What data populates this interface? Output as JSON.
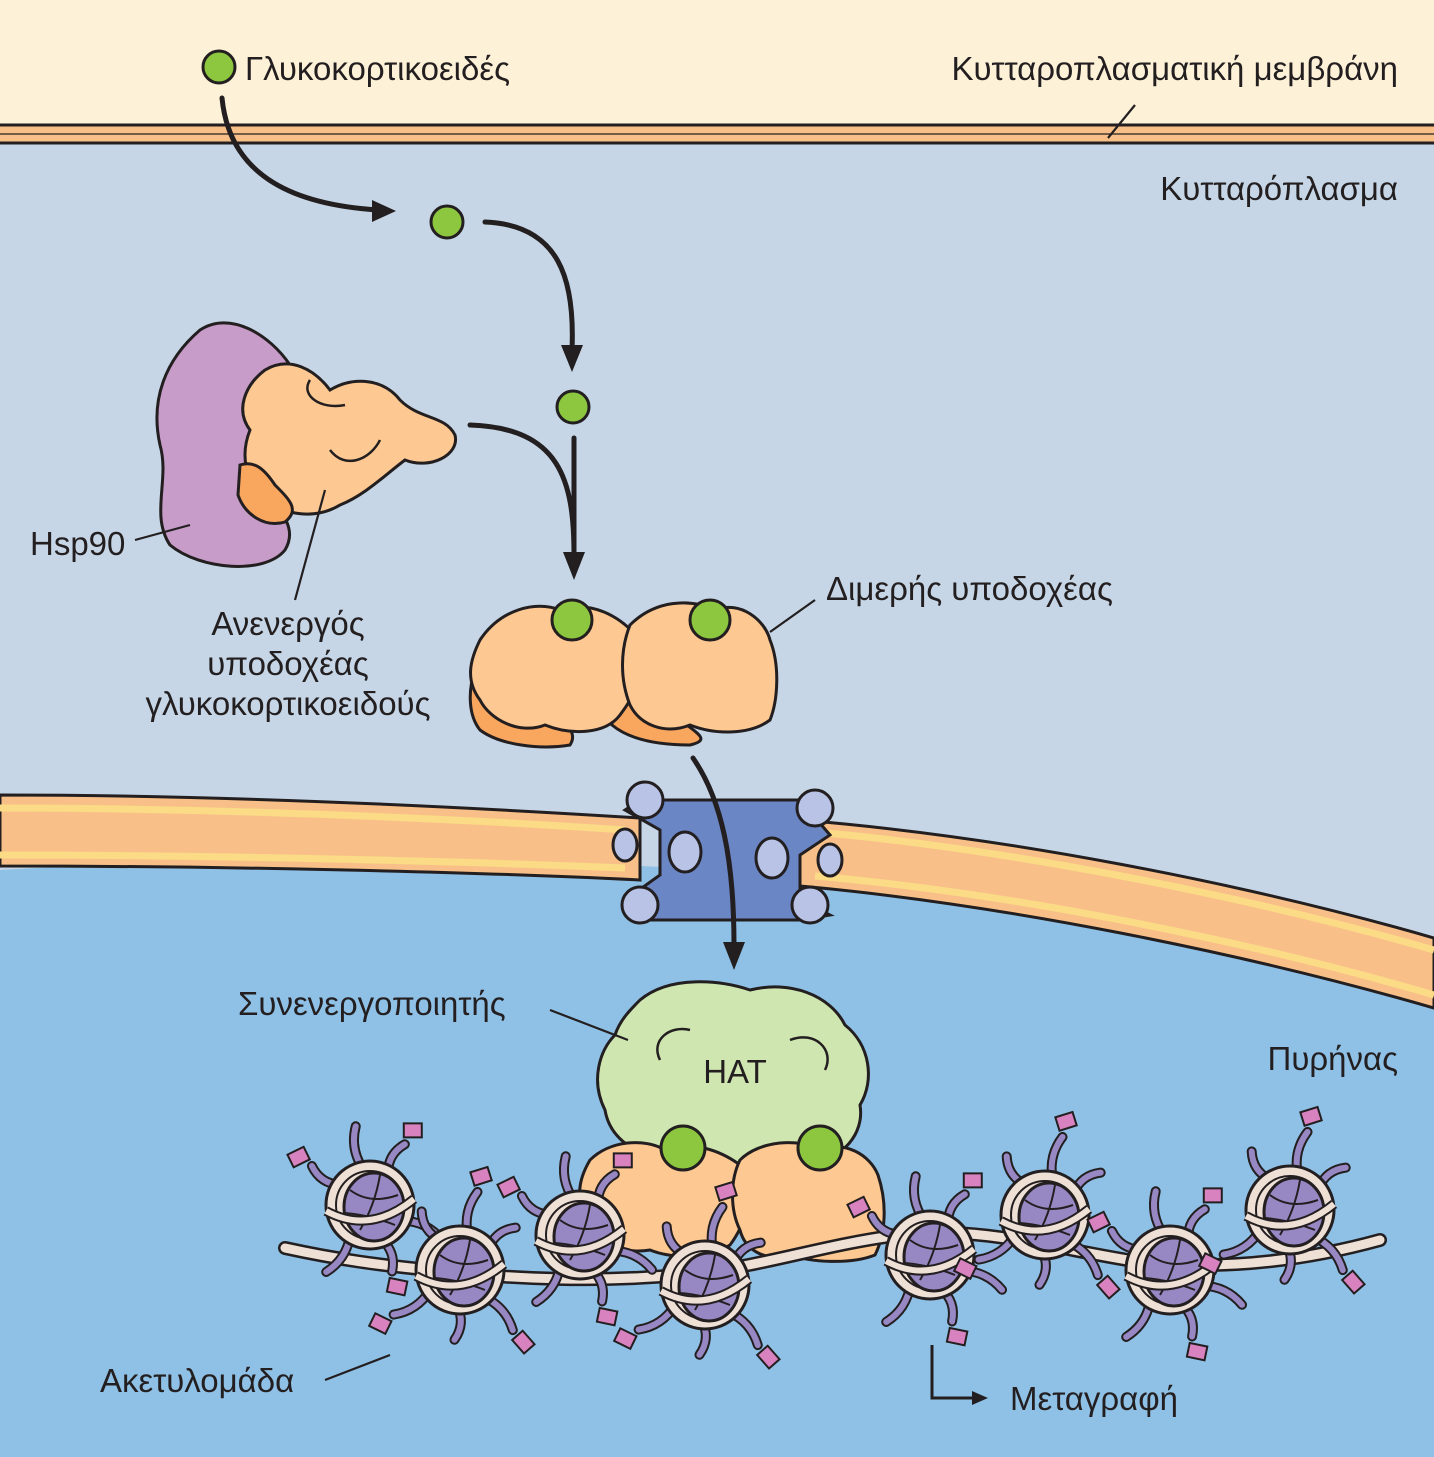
{
  "colors": {
    "extracellular": "#fdf1d8",
    "cytoplasm": "#c6d6e6",
    "nucleus": "#8fc0e5",
    "membrane": "#f8c088",
    "nuclear_envelope": "#f8c088",
    "envelope_stripe": "#fbdb86",
    "hormone": "#8dc63f",
    "receptor": "#fdc891",
    "receptor_shadow": "#f9a65f",
    "hsp90": "#c79cc8",
    "nuclear_pore": "#6b86c4",
    "pore_subunit": "#b8c3e6",
    "coactivator": "#cfe6b0",
    "histone": "#9788c4",
    "dna": "#efe0d6",
    "acetyl": "#d883c0"
  },
  "labels": {
    "glucocorticoids": "Γλυκοκορτικοειδές",
    "plasma_membrane": "Κυτταροπλασματική μεμβράνη",
    "cytoplasm": "Κυτταρόπλασμα",
    "hsp90": "Hsp90",
    "inactive_receptor_line1": "Ανενεργός",
    "inactive_receptor_line2": "υποδοχέας",
    "inactive_receptor_line3": "γλυκοκορτικοειδούς",
    "dimeric_receptor": "Διμερής υποδοχέας",
    "coactivator": "Συνενεργοποιητής",
    "hat": "HAT",
    "nucleus": "Πυρήνας",
    "acetyl_group": "Ακετυλομάδα",
    "transcription": "Μεταγραφή"
  },
  "icons": {
    "hormone": "green-circle",
    "nucleosome": "histone-octamer-with-dna",
    "acetyl": "small-magenta-rectangle",
    "nuclear_pore": "nuclear-pore-complex"
  }
}
